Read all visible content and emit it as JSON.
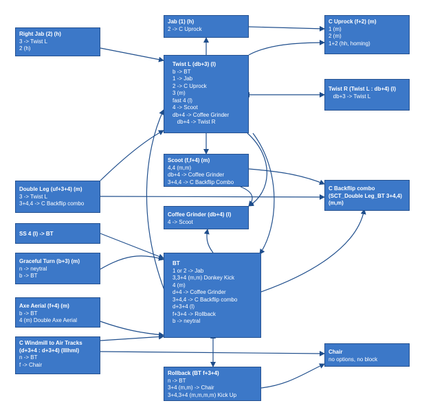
{
  "nodes": {
    "jab": {
      "title": "Jab (1) (h)",
      "lines": [
        "2 -> C Uprock"
      ]
    },
    "c_uprock": {
      "title": "C Uprock (f+2) (m)",
      "lines": [
        "1 (m)",
        "2 (m)",
        "1+2 (hh, homing)"
      ]
    },
    "right_jab": {
      "title": "Right Jab (2) (h)",
      "lines": [
        "3 -> Twist L",
        "2 (h)"
      ]
    },
    "twist_l": {
      "title": "Twist L (db+3) (l)",
      "lines": [
        "b -> BT",
        "1 -> Jab",
        "2 -> C Uprock",
        "3 (m)",
        "fast 4 (l)",
        "4 -> Scoot",
        "db+4 -> Coffee Grinder",
        "   db+4 -> Twist R"
      ]
    },
    "twist_r": {
      "title": "Twist R (Twist L : db+4) (l)",
      "lines": [
        "   db+3 -> Twist L"
      ]
    },
    "scoot": {
      "title": "Scoot (f,f+4) (m)",
      "lines": [
        "4,4 (m,m)",
        "db+4 -> Coffee Grinder",
        "3+4,4 -> C Backflip Combo"
      ]
    },
    "double_leg": {
      "title": "Double Leg (uf+3+4) (m)",
      "lines": [
        "3 -> Twist L",
        "3+4,4 -> C Backflip combo"
      ]
    },
    "c_backflip": {
      "title": "C Backflip combo",
      "lines_bold": [
        "(SCT_Double Leg_BT 3+4,4)",
        "(m,m)"
      ]
    },
    "coffee_grinder": {
      "title": "Coffee Grinder (db+4) (l)",
      "lines": [
        "4 -> Scoot"
      ]
    },
    "ss4": {
      "title": "SS 4 (l) -> BT",
      "lines": []
    },
    "graceful_turn": {
      "title": "Graceful Turn (b+3) (m)",
      "lines": [
        "n -> neytral",
        "b -> BT"
      ]
    },
    "bt": {
      "title": "BT",
      "lines": [
        "1 or 2 -> Jab",
        "3,3+4 (m,m) Donkey Kick",
        "4 (m)",
        "d+4 -> Coffee Grinder",
        "3+4,4 -> C Backflip combo",
        "d+3+4 (l)",
        "f+3+4 -> Rollback",
        "b -> neytral"
      ]
    },
    "axe_aerial": {
      "title": "Axe Aerial (f+4) (m)",
      "lines": [
        "b -> BT",
        "4 (m) Double Axe Aerial"
      ]
    },
    "c_windmill": {
      "title": "C Windmill to Air Tracks",
      "lines_bold": [
        "(d+3+4 : d+3+4) (lllhml)"
      ],
      "lines": [
        "n -> BT",
        "f -> Chair"
      ]
    },
    "chair": {
      "title": "Chair",
      "lines": [
        "no options, no block"
      ]
    },
    "rollback": {
      "title": "Rollback (BT f+3+4)",
      "lines": [
        "n -> BT",
        "3+4 (m,m) -> Chair",
        "3+4,3+4 (m,m,m,m) Kick Up"
      ]
    }
  }
}
